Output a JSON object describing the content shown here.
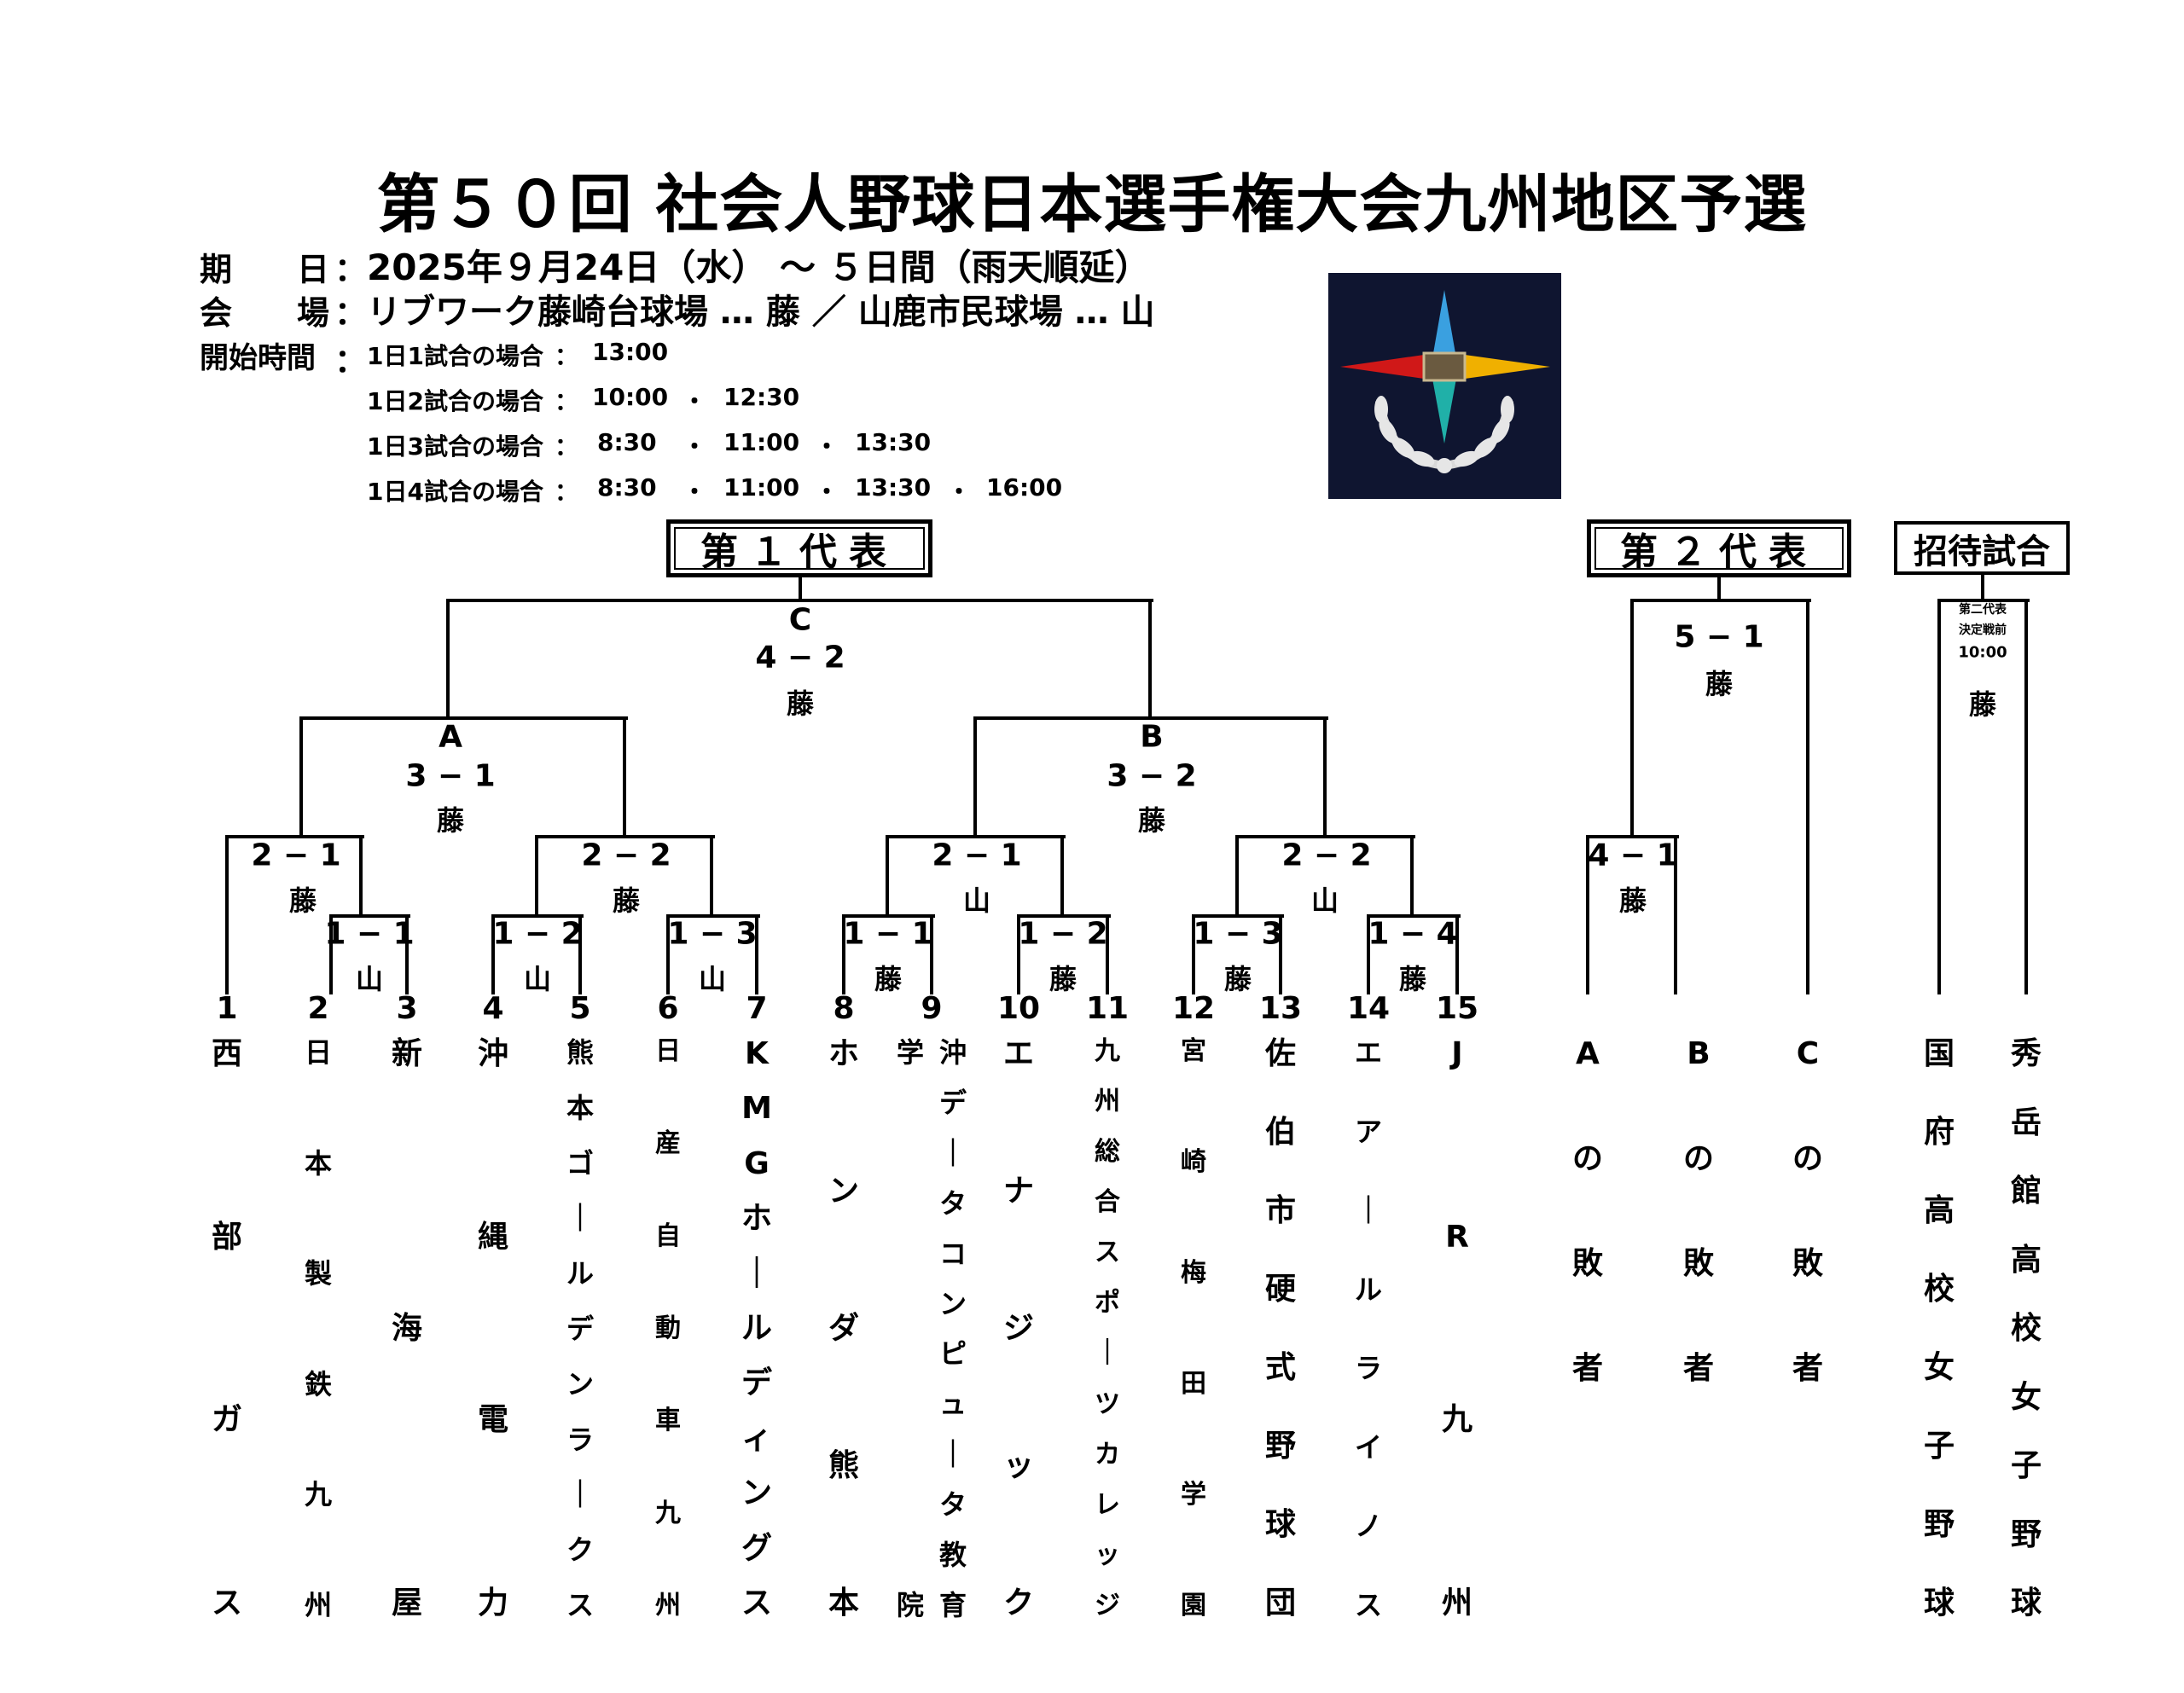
{
  "title": "第５０回 社会人野球日本選手権大会九州地区予選",
  "info": {
    "date_label": "期　　日",
    "date_value": "2025年９月24日（水） ～ ５日間（雨天順延）",
    "venue_label": "会　　場",
    "venue_value": "リブワーク藤崎台球場 … 藤 ／ 山鹿市民球場 … 山",
    "start_label": "開始時間",
    "colon": "：",
    "schedule": [
      {
        "label": "1日1試合の場合",
        "times": [
          "13:00"
        ]
      },
      {
        "label": "1日2試合の場合",
        "times": [
          "10:00",
          "12:30"
        ]
      },
      {
        "label": "1日3試合の場合",
        "times": [
          "8:30",
          "11:00",
          "13:30"
        ]
      },
      {
        "label": "1日4試合の場合",
        "times": [
          "8:30",
          "11:00",
          "13:30",
          "16:00"
        ]
      }
    ],
    "dot": "・"
  },
  "sections": {
    "first": "第１代表",
    "second": "第２代表",
    "invitational": "招待試合"
  },
  "matches": {
    "final": {
      "id": "C",
      "score": "4 − 2",
      "venue": "藤"
    },
    "semi_a": {
      "id": "A",
      "score": "3 − 1",
      "venue": "藤"
    },
    "semi_b": {
      "id": "B",
      "score": "3 − 2",
      "venue": "藤"
    },
    "m2_1": {
      "score": "2 − 1",
      "venue": "藤"
    },
    "m1_1": {
      "score": "1 − 1",
      "venue": "山"
    },
    "m2_2": {
      "score": "2 − 2",
      "venue": "藤"
    },
    "m1_2": {
      "score": "1 − 2",
      "venue": "山"
    },
    "m1_3": {
      "score": "1 − 3",
      "venue": "山"
    },
    "m2_1b": {
      "score": "2 − 1",
      "venue": "山"
    },
    "m1_1b": {
      "score": "1 − 1",
      "venue": "藤"
    },
    "m1_2b": {
      "score": "1 − 2",
      "venue": "藤"
    },
    "m2_2b": {
      "score": "2 − 2",
      "venue": "山"
    },
    "m1_3b": {
      "score": "1 − 3",
      "venue": "藤"
    },
    "m1_4b": {
      "score": "1 − 4",
      "venue": "藤"
    },
    "second_final": {
      "score": "5 − 1",
      "venue": "藤"
    },
    "second_semi": {
      "score": "4 − 1",
      "venue": "藤"
    },
    "invitational": {
      "note1": "第二代表",
      "note2": "決定戦前",
      "time": "10:00",
      "venue": "藤"
    }
  },
  "teams": [
    {
      "num": "1",
      "name": "西部ガス"
    },
    {
      "num": "2",
      "name": "日本製鉄九州"
    },
    {
      "num": "3",
      "name": "新海屋"
    },
    {
      "num": "4",
      "name": "沖縄電力"
    },
    {
      "num": "5",
      "name": "熊本ゴールデンラークス"
    },
    {
      "num": "6",
      "name": "日産自動車九州"
    },
    {
      "num": "7",
      "name": "KMGホールディングス"
    },
    {
      "num": "8",
      "name": "ホンダ熊本"
    },
    {
      "num": "9",
      "name": "沖データコンピュータ教育",
      "name_side": "学院"
    },
    {
      "num": "10",
      "name": "エナジック"
    },
    {
      "num": "11",
      "name": "九州総合スポーツカレッジ"
    },
    {
      "num": "12",
      "name": "宮崎梅田学園"
    },
    {
      "num": "13",
      "name": "佐伯市硬式野球団"
    },
    {
      "num": "14",
      "name": "エアールライノス"
    },
    {
      "num": "15",
      "name": "JR九州"
    }
  ],
  "second_entrants": [
    "Aの敗者",
    "Bの敗者",
    "Cの敗者"
  ],
  "invitational_teams": [
    "国府高校女子野球",
    "秀岳館高校女子野球"
  ]
}
